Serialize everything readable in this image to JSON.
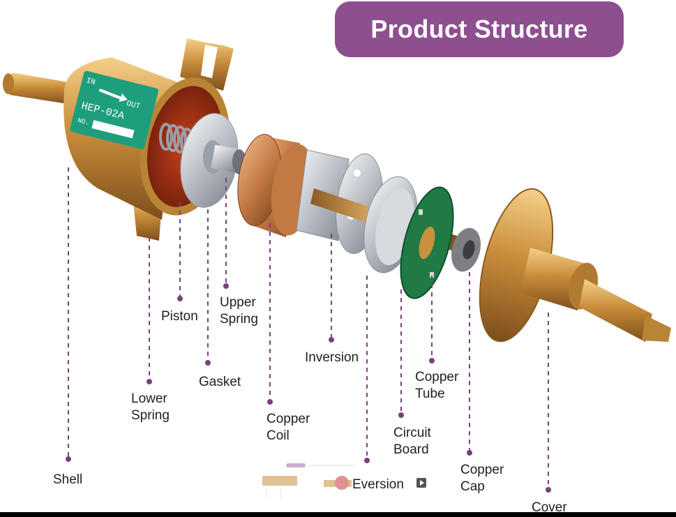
{
  "header": {
    "title": "Product Structure"
  },
  "label_plate": {
    "in": "IN",
    "out": "OUT",
    "model": "HEP-02A",
    "no": "NO."
  },
  "labels": {
    "shell": "Shell",
    "lower_spring": [
      "Lower",
      "Spring"
    ],
    "piston": "Piston",
    "gasket": "Gasket",
    "upper_spring": [
      "Upper",
      "Spring"
    ],
    "copper_coil": [
      "Copper",
      "Coil"
    ],
    "inversion": "Inversion",
    "eversion": "Eversion",
    "circuit_board": [
      "Circuit",
      "Board"
    ],
    "copper_tube": [
      "Copper",
      "Tube"
    ],
    "copper_cap": [
      "Copper",
      "Cap"
    ],
    "cover": "Cover"
  },
  "colors": {
    "title_bg": "#8e4f8f",
    "leader": "#7a3f7e",
    "brass": "#c9913c",
    "label_plate": "#1f9e7e",
    "pcb": "#1f7a45"
  }
}
